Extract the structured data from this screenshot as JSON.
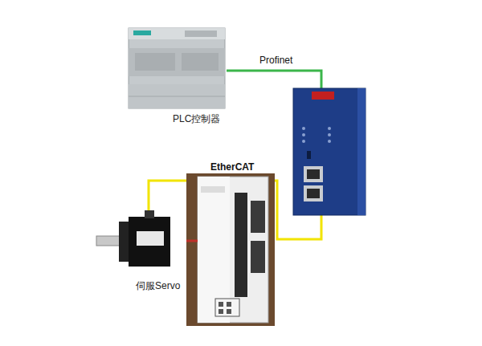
{
  "diagram": {
    "nodes": [
      {
        "text": [
          "PLC控制器"
        ]
      },
      {
        "text": [
          "伺服Servo"
        ]
      }
    ],
    "labels": [
      "Profinet",
      "EtherCAT"
    ]
  }
}
